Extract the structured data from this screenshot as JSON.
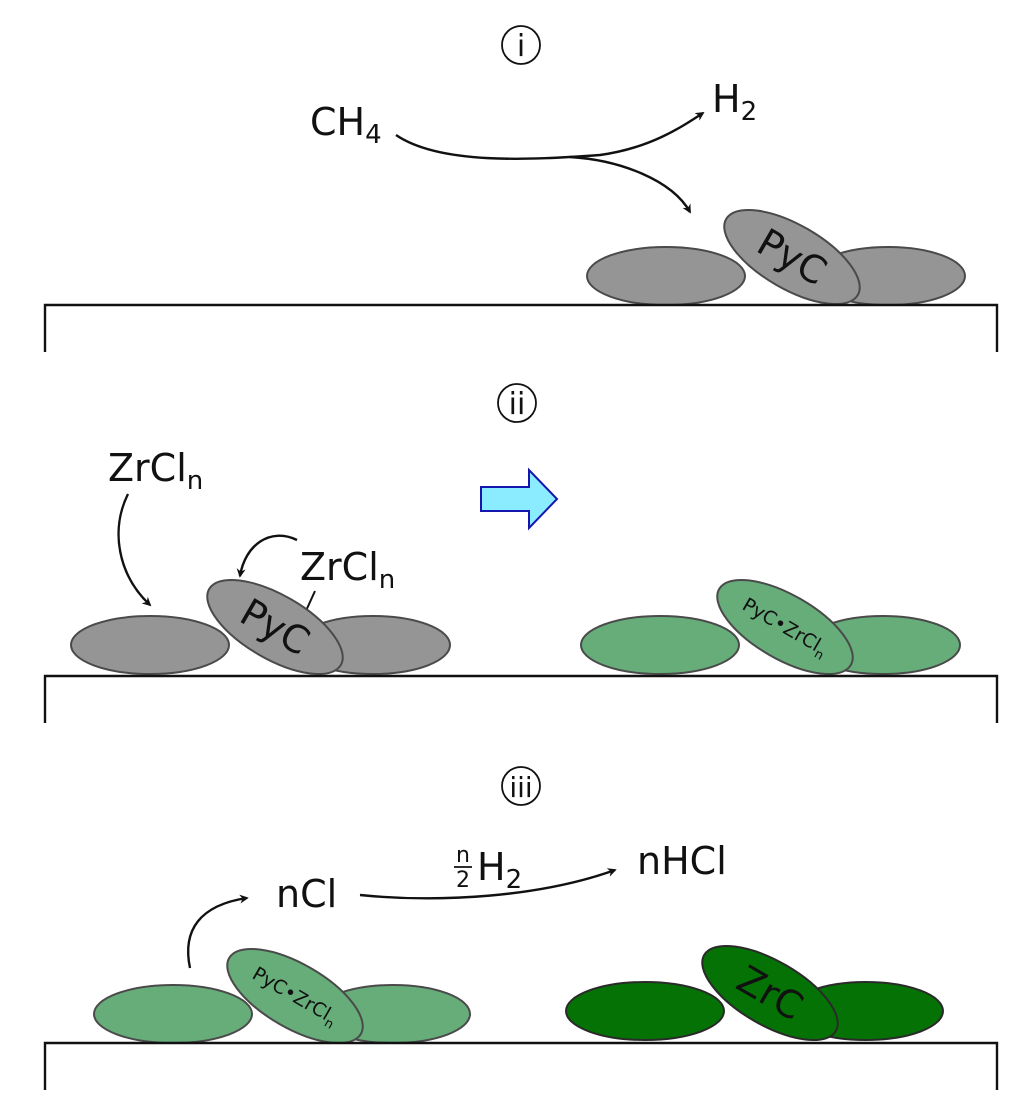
{
  "colors": {
    "pyc_fill": "#959595",
    "intermediate_fill": "#66ad7a",
    "zrc_fill": "#057205",
    "outline": "#4a4a4a",
    "arrow_fill": "#8cecff",
    "arrow_stroke": "#1515b0",
    "line": "#111111"
  },
  "step_i": {
    "label": "i",
    "reactant": "CH",
    "reactant_sub": "4",
    "product": "H",
    "product_sub": "2",
    "particle_label": "PyC"
  },
  "step_ii": {
    "label": "ii",
    "precursor_main": "ZrCl",
    "precursor_main_sub": "n",
    "precursor_side": "ZrCl",
    "precursor_side_sub": "n",
    "particle_label": "PyC",
    "result_label_a": "PyC",
    "result_dot": "•",
    "result_label_b": "ZrCl",
    "result_label_sub": "n",
    "transition_arrow_icon": "block-arrow-right-icon"
  },
  "step_iii": {
    "label": "iii",
    "particle_label_a": "PyC",
    "particle_dot": "•",
    "particle_label_b": "ZrCl",
    "particle_label_sub": "n",
    "released": "nCl",
    "frac_num": "n",
    "frac_den": "2",
    "reagent": "H",
    "reagent_sub": "2",
    "product": "nHCl",
    "final_label": "ZrC"
  }
}
